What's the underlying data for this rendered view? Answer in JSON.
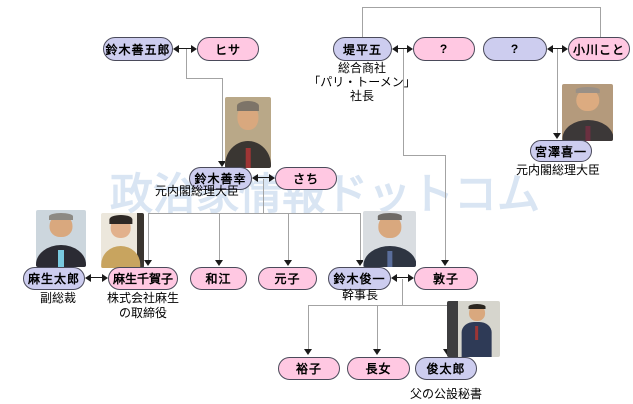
{
  "watermark": "政治家情報ドットコム",
  "colors": {
    "lavender_box": "#cdcdef",
    "pink_box": "#ffc8e2",
    "box_border": "#4a4a5a",
    "connector_line": "#a3a3a3",
    "arrowhead": "#1a1a1a",
    "watermark_text": "#d9e5f3"
  },
  "nodes": {
    "suzuki_zengoro": "鈴木善五郎",
    "hisa": "ヒサ",
    "tsutsumi_heigo": "堤平五",
    "wife_unknown": "?",
    "husband_unknown": "?",
    "ogawa_koto": "小川こと",
    "miyazawa_kiichi": "宮澤喜一",
    "suzuki_zenko": "鈴木善幸",
    "sachi": "さち",
    "aso_taro": "麻生太郎",
    "aso_chikako": "麻生千賀子",
    "kazue": "和江",
    "motoko": "元子",
    "suzuki_shunichi": "鈴木俊一",
    "atsuko": "敦子",
    "yuko": "裕子",
    "chojo": "長女",
    "shuntaro": "俊太郎"
  },
  "captions": {
    "tsutsumi_1": "総合商社",
    "tsutsumi_2": "「パリ・トーメン」",
    "tsutsumi_3": "社長",
    "miyazawa": "元内閣総理大臣",
    "suzuki_zenko": "元内閣総理大臣",
    "aso_taro": "副総裁",
    "aso_chikako_1": "株式会社麻生",
    "aso_chikako_2": "の取締役",
    "suzuki_shunichi": "幹事長",
    "shuntaro": "父の公設秘書"
  }
}
